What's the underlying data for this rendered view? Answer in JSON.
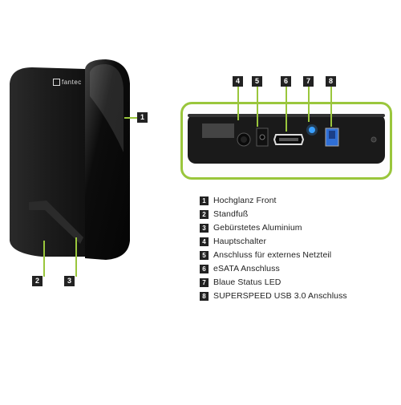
{
  "brand": {
    "logo_text": "fantec"
  },
  "callouts": {
    "front": [
      "1",
      "2",
      "3"
    ],
    "back": [
      "4",
      "5",
      "6",
      "7",
      "8"
    ]
  },
  "legend": [
    {
      "num": "1",
      "label": "Hochglanz Front"
    },
    {
      "num": "2",
      "label": "Standfuß"
    },
    {
      "num": "3",
      "label": "Gebürstetes Aluminium"
    },
    {
      "num": "4",
      "label": "Hauptschalter"
    },
    {
      "num": "5",
      "label": "Anschluss für externes Netzteil"
    },
    {
      "num": "6",
      "label": "eSATA Anschluss"
    },
    {
      "num": "7",
      "label": "Blaue Status LED"
    },
    {
      "num": "8",
      "label": "SUPERSPEED USB 3.0 Anschluss"
    }
  ],
  "colors": {
    "accent": "#9ac63c",
    "device": "#1a1a1a",
    "led": "#3aa0ff",
    "usb": "#2f6fd6"
  }
}
